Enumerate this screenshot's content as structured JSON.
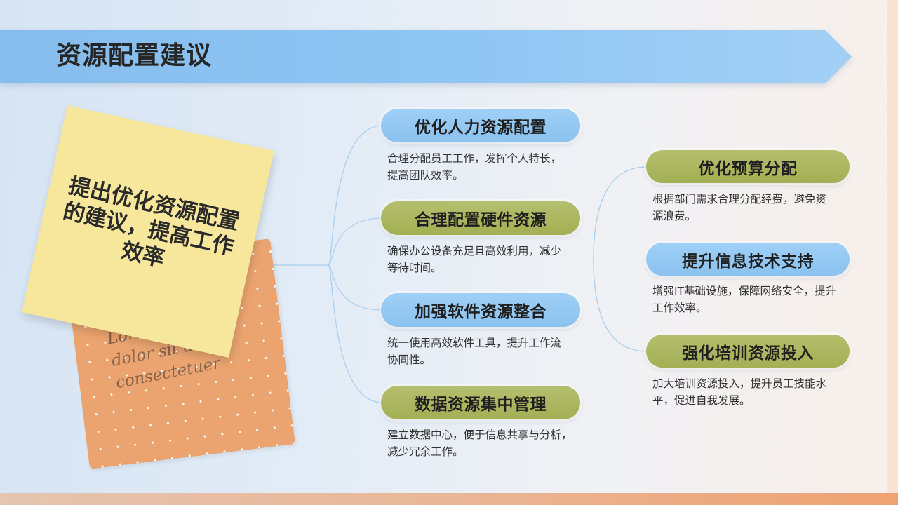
{
  "slide": {
    "title": "资源配置建议",
    "center_note": [
      "提出优化资源配置",
      "的建议，提高工作",
      "效率"
    ],
    "handwriting": [
      "Lorem ipsum",
      "dolor sit amet,",
      "consectetuer"
    ],
    "left_branches": [
      {
        "label": "优化人力资源配置",
        "desc": [
          "合理分配员工工作，发挥个人特长，",
          "提高团队效率。"
        ]
      },
      {
        "label": "合理配置硬件资源",
        "desc": [
          "确保办公设备充足且高效利用，减少",
          "等待时间。"
        ]
      },
      {
        "label": "加强软件资源整合",
        "desc": [
          "统一使用高效软件工具，提升工作流",
          "协同性。"
        ]
      },
      {
        "label": "数据资源集中管理",
        "desc": [
          "建立数据中心，便于信息共享与分析，",
          "减少冗余工作。"
        ]
      }
    ],
    "right_branches": [
      {
        "label": "优化预算分配",
        "desc": [
          "根据部门需求合理分配经费，避免资",
          "源浪费。"
        ]
      },
      {
        "label": "提升信息技术支持",
        "desc": [
          "增强IT基础设施，保障网络安全，提升",
          "工作效率。"
        ]
      },
      {
        "label": "强化培训资源投入",
        "desc": [
          "加大培训资源投入，提升员工技能水",
          "平，促进自我发展。"
        ]
      }
    ]
  },
  "colors": {
    "title_banner": "#8ec5f3",
    "blue_pill": "#8fc8f6",
    "green_pill": "#a8b556",
    "yellow_note": "#f7e79c",
    "orange_note": "#eba46f",
    "connector": "#a9cff0",
    "bottom_bar": "#efa271",
    "right_strip": "#f8e2d4",
    "text_dark": "#262626"
  }
}
